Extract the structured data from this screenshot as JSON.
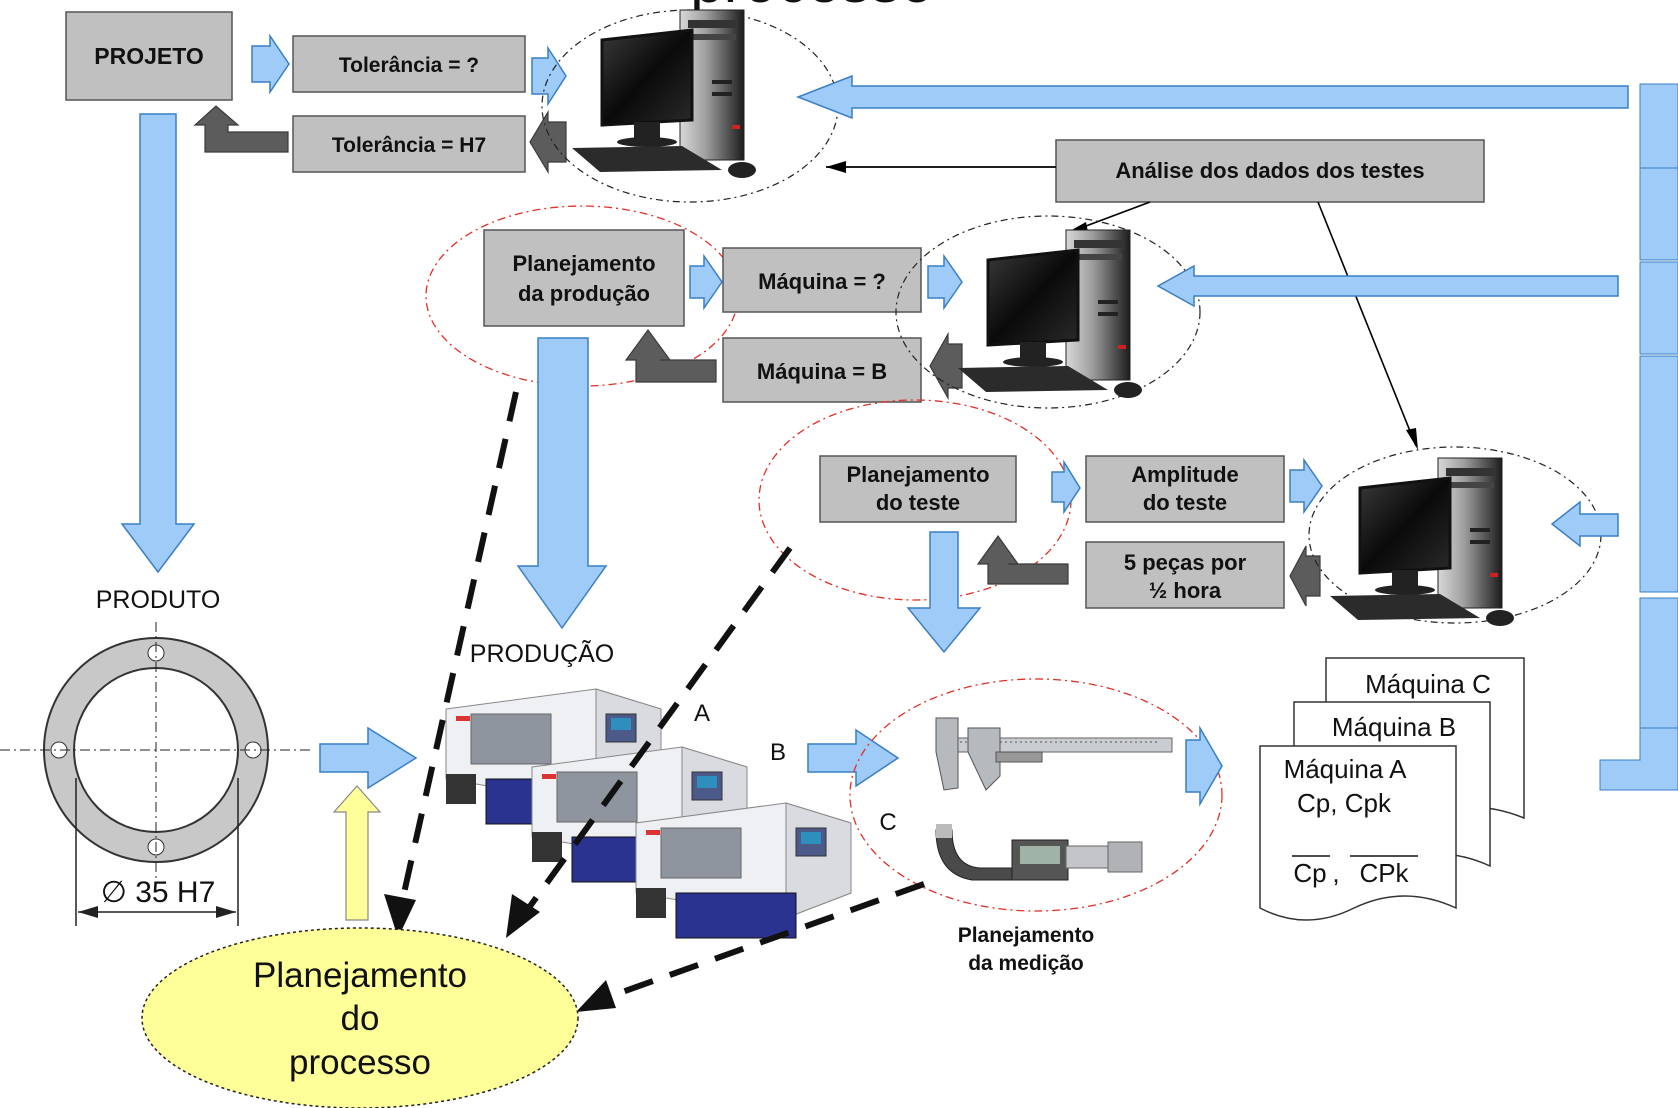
{
  "title": "processo",
  "boxes": {
    "projeto": "PROJETO",
    "tol_q": "Tolerância = ?",
    "tol_h7": "Tolerância = H7",
    "analise": "Análise dos dados dos testes",
    "plan_prod_1": "Planejamento",
    "plan_prod_2": "da produção",
    "maq_q": "Máquina = ?",
    "maq_b": "Máquina = B",
    "plan_teste_1": "Planejamento",
    "plan_teste_2": "do teste",
    "amplitude_1": "Amplitude",
    "amplitude_2": "do teste",
    "pecas_1": "5 peças por",
    "pecas_2": "½ hora"
  },
  "labels": {
    "produto": "PRODUTO",
    "producao": "PRODUÇÃO",
    "dimension": "∅ 35 H7",
    "machine_a": "A",
    "machine_b": "B",
    "machine_c": "C",
    "plan_med_1": "Planejamento",
    "plan_med_2": "da medição"
  },
  "reports": {
    "maq_c": "Máquina C",
    "maq_b": "Máquina B",
    "maq_a": "Máquina A",
    "cp_cpk": "Cp, Cpk",
    "cp_bar": "Cp",
    "cpk_bar": "CPk"
  },
  "ellipse": {
    "line1": "Planejamento",
    "line2": "do",
    "line3": "processo"
  }
}
